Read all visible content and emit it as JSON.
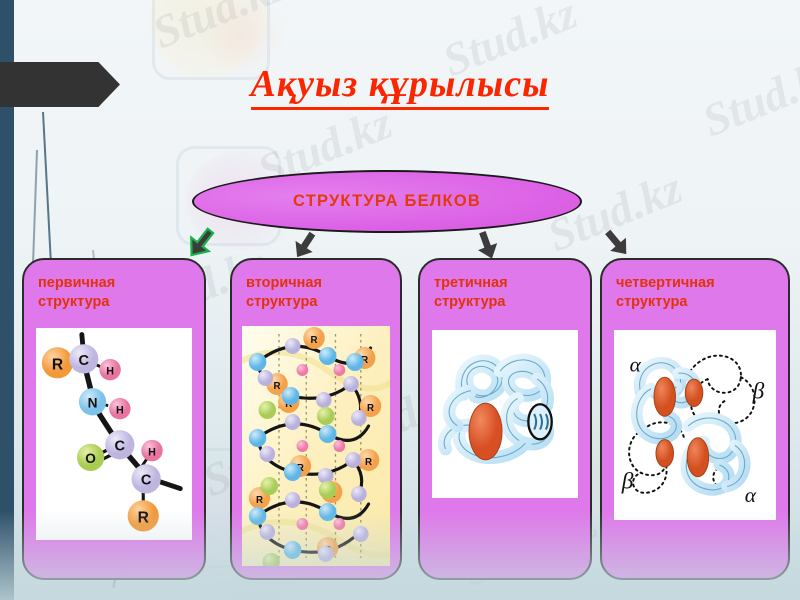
{
  "slide": {
    "title": "Ақуыз құрылысы",
    "central_node": {
      "label": "СТРУКТУРА  БЕЛКОВ",
      "fill_color": "#dd64e6",
      "text_color": "#e03a10"
    },
    "watermark_text": "Stud.kz",
    "accent_colors": {
      "title_red": "#fa2600",
      "card_violet": "#df78ea",
      "card_border": "#2b2b2b",
      "left_stripe": "#2e5068",
      "banner": "#333333",
      "arrow_dark": "#3c3c3c",
      "arrow_highlight_green": "#18b24a"
    },
    "cards": [
      {
        "id": "primary",
        "label": "первичная\nструктура",
        "label_line1": "первичная",
        "label_line2": "структура",
        "figure": "primary-structure-peptide-chain",
        "figure_background": "#ffffff",
        "atoms": [
          {
            "symbol": "R",
            "color": "#f7a94a"
          },
          {
            "symbol": "C",
            "color": "#c9c2e6"
          },
          {
            "symbol": "H",
            "color": "#ef8ab4"
          },
          {
            "symbol": "N",
            "color": "#8ecdf0"
          },
          {
            "symbol": "O",
            "color": "#b9d96a"
          }
        ]
      },
      {
        "id": "secondary",
        "label": "вторичная\nструктура",
        "label_line1": "вторичная",
        "label_line2": "структура",
        "figure": "secondary-structure-alpha-helix",
        "figure_background": "#fdf3c9"
      },
      {
        "id": "tertiary",
        "label": "третичная\nструктура",
        "label_line1": "третичная",
        "label_line2": "структура",
        "figure": "tertiary-structure-folded-globule",
        "figure_background": "#ffffff"
      },
      {
        "id": "quaternary",
        "label": "четвертичная\nструктура",
        "label_line1": "четвертичная",
        "label_line2": "структура",
        "figure": "quaternary-structure-subunits",
        "figure_background": "#ffffff",
        "annotations": [
          "α",
          "β",
          "β",
          "α"
        ]
      }
    ],
    "arrows": [
      {
        "id": "arrow-to-primary",
        "highlighted": true
      },
      {
        "id": "arrow-to-secondary",
        "highlighted": false
      },
      {
        "id": "arrow-to-tertiary",
        "highlighted": false
      },
      {
        "id": "arrow-to-quaternary",
        "highlighted": false
      }
    ]
  }
}
